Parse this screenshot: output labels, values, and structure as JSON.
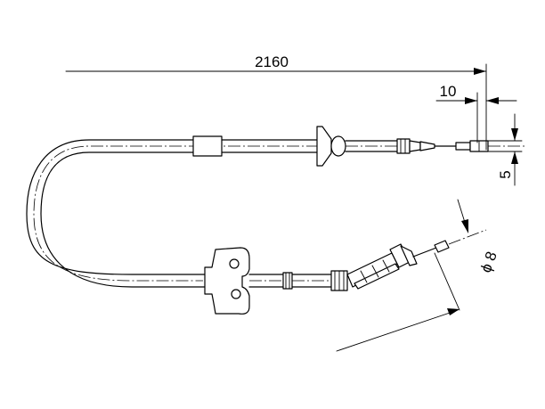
{
  "dimensions": {
    "total_length": "2160",
    "end_offset": "10",
    "end_pin_height": "5",
    "end_diameter": "ϕ 8"
  }
}
